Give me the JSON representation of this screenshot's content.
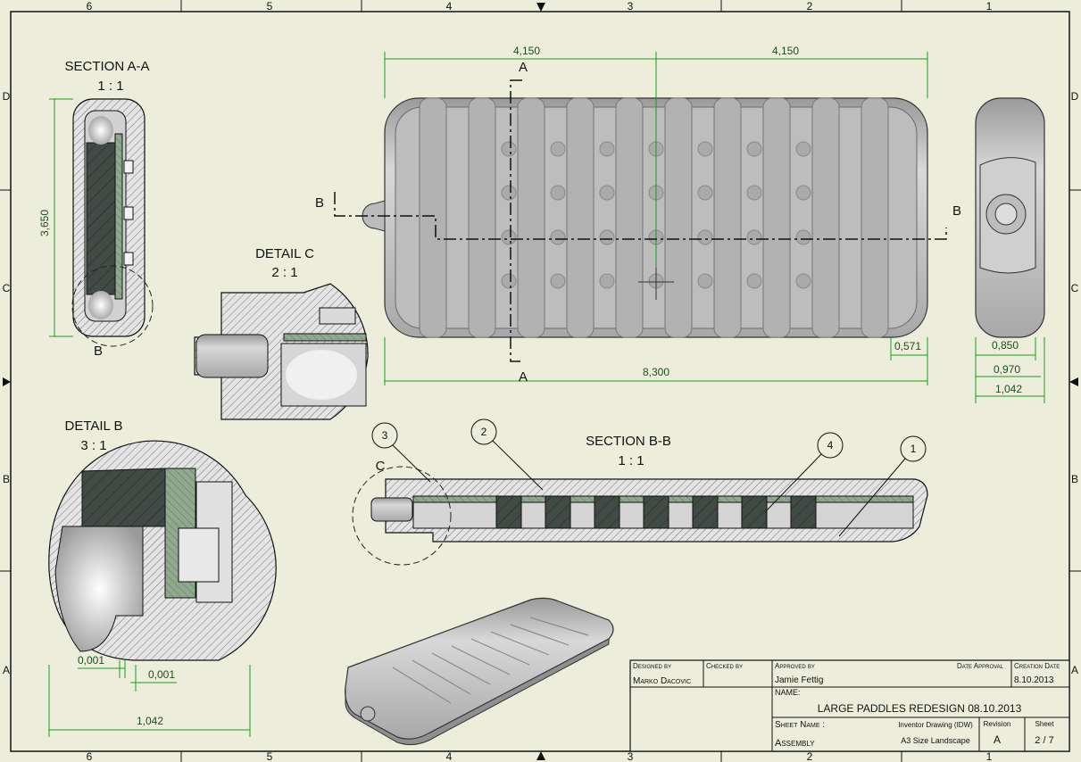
{
  "colors": {
    "paper": "#ededdc",
    "dimension": "#1a9a1a",
    "body": "#c4c4c4",
    "grip": "#3f4a44",
    "rail": "#8fa88f"
  },
  "zones": {
    "columns": [
      "6",
      "5",
      "4",
      "3",
      "2",
      "1"
    ],
    "rows": [
      "D",
      "C",
      "B",
      "A"
    ]
  },
  "views": {
    "section_aa": {
      "title": "SECTION A-A",
      "scale": "1 : 1",
      "height_dim": "3,650",
      "detail_ref": "B"
    },
    "detail_c": {
      "title": "DETAIL  C",
      "scale": "2 : 1"
    },
    "front": {
      "width_left": "4,150",
      "width_right": "4,150",
      "overall": "8,300",
      "corner": "0,571",
      "cut_a_top": "A",
      "cut_a_bottom": "A",
      "cut_b_left": "B",
      "cut_b_right": "B"
    },
    "side": {
      "d1": "0,850",
      "d2": "0,970",
      "d3": "1,042"
    },
    "detail_b": {
      "title": "DETAIL  B",
      "scale": "3 : 1",
      "dim_a": "0,001",
      "dim_b": "0,001",
      "width": "1,042"
    },
    "section_bb": {
      "title": "SECTION B-B",
      "scale": "1 : 1",
      "detail_ref": "C",
      "balloons": [
        "3",
        "2",
        "4",
        "1"
      ]
    }
  },
  "title_block": {
    "designed_by_label": "Designed by",
    "designed_by": "Marko Dacovic",
    "checked_by_label": "Checked by",
    "approved_by_label": "Approved by",
    "approved_by": "Jamie Fettig",
    "date_approval_label": "Date Approval",
    "creation_date_label": "Creation Date",
    "creation_date": "8.10.2013",
    "name_label": "NAME:",
    "name": "LARGE PADDLES REDESIGN 08.10.2013",
    "sheet_name_label": "Sheet Name :",
    "sheet_name": "Assembly",
    "template": "Inventor Drawing (IDW)",
    "format": "A3 Size Landscape",
    "revision_label": "Revision",
    "revision": "A",
    "sheet_label": "Sheet",
    "sheet": "2 / 7"
  }
}
